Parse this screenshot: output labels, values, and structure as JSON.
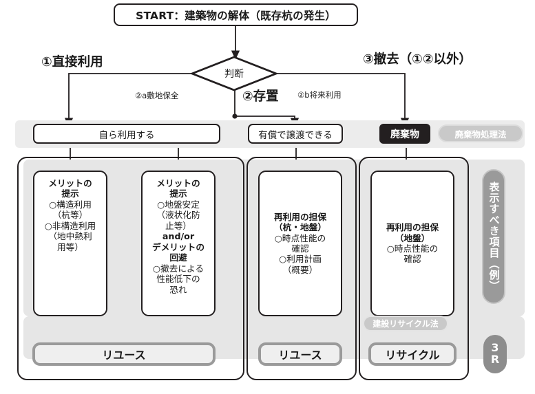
{
  "diagram": {
    "title_note": "Existing-pile disposition flowchart",
    "colors": {
      "ink": "#231f20",
      "panel_gray": "#e6e6e6",
      "band_gray": "#ececec",
      "badge_gray": "#c9c9c9",
      "pill_gray": "#9a9a9a",
      "output_fill": "#efefef",
      "waste_black": "#231f20"
    }
  },
  "start": {
    "label": "START：建築物の解体（既存杭の発生）"
  },
  "decision": {
    "label": "判断"
  },
  "branches": {
    "direct_use": "①直接利用",
    "removal": "③撤去（①②以外）",
    "storage": "②存置",
    "site_preservation": "②a敷地保全",
    "future_use": "②b将来利用"
  },
  "band": {
    "self_use": "自ら利用する",
    "paid_transfer": "有償で譲渡できる",
    "waste": "廃棄物",
    "waste_law_badge": "廃棄物処理法"
  },
  "cards": [
    {
      "id": "merit-structural",
      "heading_line1": "メリットの",
      "heading_line2": "提示",
      "lines": [
        "○構造利用",
        "（杭等）",
        "○非構造利用",
        "（地中熱利",
        "用等）"
      ]
    },
    {
      "id": "merit-ground",
      "heading_line1": "メリットの",
      "heading_line2": "提示",
      "lines": [
        "○地盤安定",
        "（液状化防",
        "止等）"
      ],
      "connector": "and/or",
      "heading2_line1": "デメリットの",
      "heading2_line2": "回避",
      "lines2": [
        "○撤去による",
        "性能低下の",
        "恐れ"
      ]
    },
    {
      "id": "reuse-guarantee-pile-ground",
      "heading_line1": "再利用の担保",
      "heading_line2": "（杭・地盤）",
      "lines": [
        "○時点性能の",
        "確認",
        "○利用計画",
        "（概要）"
      ]
    },
    {
      "id": "reuse-guarantee-ground",
      "heading_line1": "再利用の担保",
      "heading_line2": "（地盤）",
      "lines": [
        "○時点性能の",
        "確認"
      ]
    }
  ],
  "outputs": {
    "reuse_left": "リユース",
    "reuse_mid": "リユース",
    "recycle": "リサイクル",
    "construction_recycle_law_badge": "建設リサイクル法"
  },
  "rail": {
    "vertical_label": "表示すべき項目（例）",
    "three_r_line1": "3",
    "three_r_line2": "R"
  }
}
